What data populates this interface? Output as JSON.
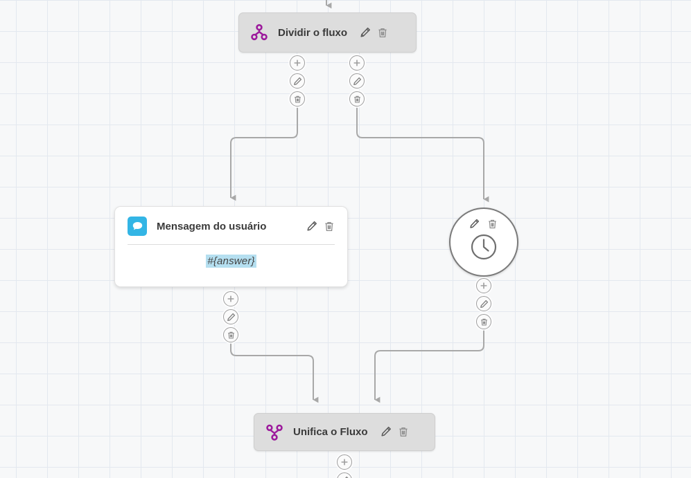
{
  "canvas": {
    "background_color": "#f7f8f9",
    "grid_line_color": "#e3e8ef",
    "grid_size": 45
  },
  "palette": {
    "accent_purple": "#9c1a9c",
    "accent_blue": "#33b5e5",
    "variable_highlight": "#b5dff0",
    "edge_gray": "#a8a8a8",
    "node_gray": "#dddddd"
  },
  "nodes": {
    "split": {
      "title": "Dividir o fluxo",
      "icon": "split-flow-icon",
      "edit_label": "Editar",
      "delete_label": "Excluir"
    },
    "message": {
      "title": "Mensagem do usuário",
      "icon": "chat-bubble-icon",
      "variable": "#{answer}",
      "edit_label": "Editar",
      "delete_label": "Excluir"
    },
    "delay": {
      "icon": "clock-icon",
      "edit_label": "Editar",
      "delete_label": "Excluir"
    },
    "merge": {
      "title": "Unifica o Fluxo",
      "icon": "merge-flow-icon",
      "edit_label": "Editar",
      "delete_label": "Excluir"
    }
  },
  "connector_buttons": {
    "add_label": "Adicionar",
    "edit_label": "Editar",
    "delete_label": "Excluir"
  },
  "connectors": [
    {
      "id": "split-out-left",
      "buttons": [
        "add",
        "edit",
        "delete"
      ]
    },
    {
      "id": "split-out-right",
      "buttons": [
        "add",
        "edit",
        "delete"
      ]
    },
    {
      "id": "message-out",
      "buttons": [
        "add",
        "edit",
        "delete"
      ]
    },
    {
      "id": "delay-out",
      "buttons": [
        "add",
        "edit",
        "delete"
      ]
    },
    {
      "id": "merge-out",
      "buttons": [
        "add",
        "edit"
      ]
    }
  ]
}
